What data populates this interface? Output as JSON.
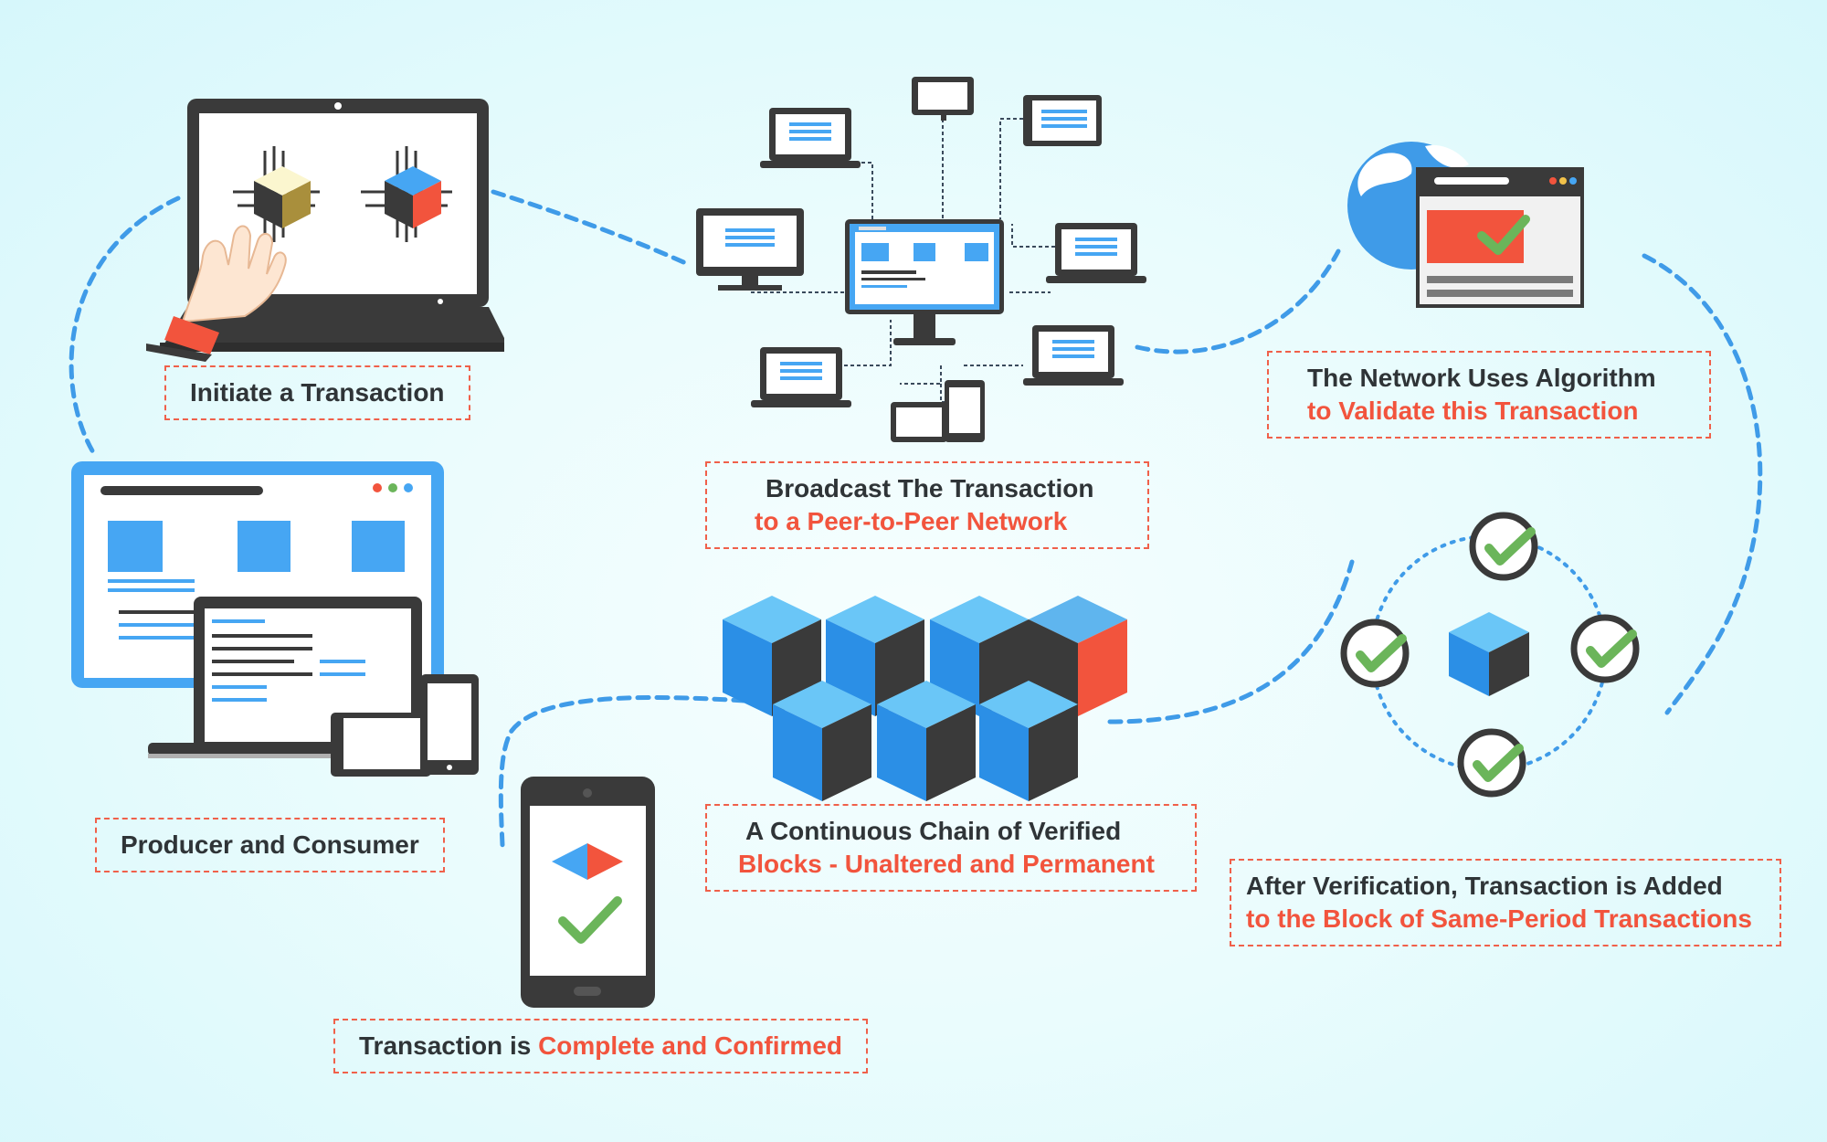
{
  "colors": {
    "background": "#e6fbfd",
    "dark": "#3d3d3d",
    "blue": "#46a6f3",
    "red": "#f2543d",
    "green": "#6bb55a",
    "dash_line": "#3f9be8",
    "label_border": "#f0604a"
  },
  "steps": {
    "initiate": {
      "line1": "Initiate a Transaction"
    },
    "broadcast": {
      "line1": "Broadcast The Transaction",
      "line2": "to a Peer-to-Peer Network"
    },
    "validate": {
      "line1": "The Network Uses Algorithm",
      "line2": "to Validate this Transaction"
    },
    "added": {
      "line1": "After Verification, Transaction is Added",
      "line2": "to the Block of Same-Period Transactions"
    },
    "chain": {
      "line1": "A Continuous Chain of Verified",
      "line2": "Blocks - Unaltered and Permanent"
    },
    "complete": {
      "prefix": "Transaction is ",
      "highlight": "Complete and Confirmed"
    },
    "producer": {
      "line1": "Producer and Consumer"
    }
  },
  "icons": {
    "laptop": "laptop-cpu-icon",
    "network": "peer-network-icon",
    "globe": "globe-browser-check-icon",
    "verification": "verification-ring-icon",
    "chain": "block-chain-icon",
    "phone": "phone-confirm-icon",
    "devices": "devices-icon"
  }
}
